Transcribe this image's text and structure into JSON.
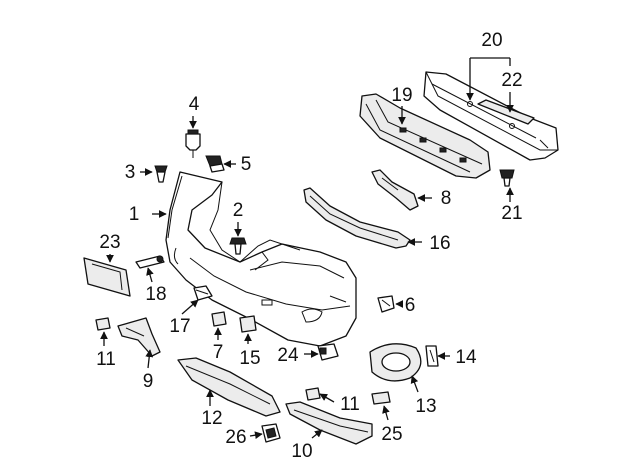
{
  "callouts": [
    {
      "id": "c1",
      "text": "1"
    },
    {
      "id": "c2",
      "text": "2"
    },
    {
      "id": "c3",
      "text": "3"
    },
    {
      "id": "c4",
      "text": "4"
    },
    {
      "id": "c5",
      "text": "5"
    },
    {
      "id": "c6",
      "text": "6"
    },
    {
      "id": "c7",
      "text": "7"
    },
    {
      "id": "c8",
      "text": "8"
    },
    {
      "id": "c9",
      "text": "9"
    },
    {
      "id": "c10",
      "text": "10"
    },
    {
      "id": "c11a",
      "text": "11"
    },
    {
      "id": "c11b",
      "text": "11"
    },
    {
      "id": "c12",
      "text": "12"
    },
    {
      "id": "c13",
      "text": "13"
    },
    {
      "id": "c14",
      "text": "14"
    },
    {
      "id": "c15",
      "text": "15"
    },
    {
      "id": "c16",
      "text": "16"
    },
    {
      "id": "c17",
      "text": "17"
    },
    {
      "id": "c18",
      "text": "18"
    },
    {
      "id": "c19",
      "text": "19"
    },
    {
      "id": "c20",
      "text": "20"
    },
    {
      "id": "c21",
      "text": "21"
    },
    {
      "id": "c22",
      "text": "22"
    },
    {
      "id": "c23",
      "text": "23"
    },
    {
      "id": "c24",
      "text": "24"
    },
    {
      "id": "c25",
      "text": "25"
    },
    {
      "id": "c26",
      "text": "26"
    }
  ]
}
